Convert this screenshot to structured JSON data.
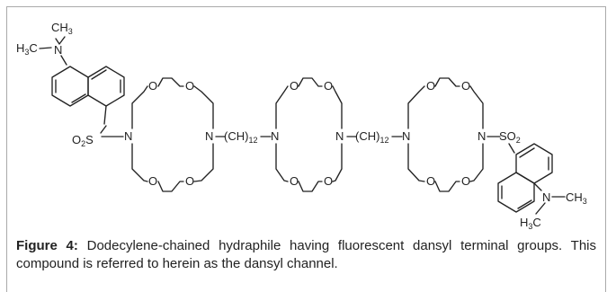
{
  "figure": {
    "caption_lead": "Figure 4:",
    "caption_text": " Dodecylene-chained hydraphile having fluorescent dansyl terminal groups. This compound is referred to herein as the dansyl channel."
  },
  "structure": {
    "atoms": {
      "methyl_top": "CH",
      "methyl_top_sub": "3",
      "methyl_left": "H",
      "methyl_left_sub": "3",
      "methyl_left_c": "C",
      "amine_n": "N",
      "oxygen": "O",
      "ring_n": "N",
      "sulfonyl_o": "O",
      "sulfonyl_o_sub": "2",
      "sulfonyl_s": "S",
      "chain_ch": "(CH)",
      "chain_sub": "12",
      "methyl_right": "CH",
      "methyl_right_sub": "3",
      "methyl_bottom": "H",
      "methyl_bottom_sub": "3",
      "methyl_bottom_c": "C"
    }
  }
}
